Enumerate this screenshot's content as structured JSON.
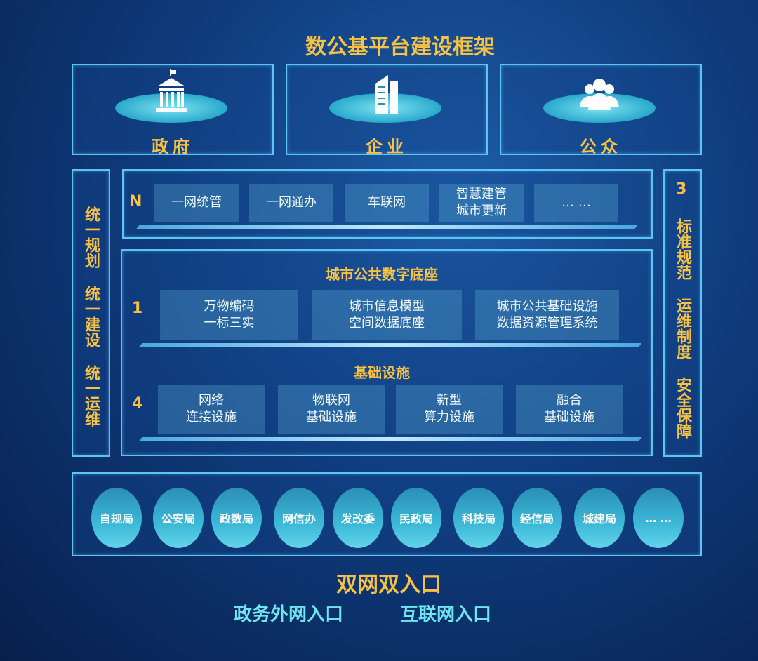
{
  "title": "数公基平台建设框架",
  "top": [
    {
      "label": "政府",
      "icon": "government-building-icon"
    },
    {
      "label": "企业",
      "icon": "office-tower-icon"
    },
    {
      "label": "公众",
      "icon": "people-group-icon"
    }
  ],
  "left": {
    "text": "统一规划 统一建设 统一运维"
  },
  "right": {
    "num": "3",
    "text": "标准规范 运维制度 安全保障"
  },
  "apps": {
    "num": "N",
    "items": [
      "一网统管",
      "一网通办",
      "车联网",
      "智慧建管\n城市更新",
      "… …"
    ]
  },
  "platform": {
    "title": "城市公共数字底座",
    "num": "1",
    "items": [
      "万物编码\n一标三实",
      "城市信息模型\n空间数据底座",
      "城市公共基础设施\n数据资源管理系统"
    ]
  },
  "infra": {
    "title": "基础设施",
    "num": "4",
    "items": [
      "网络\n连接设施",
      "物联网\n基础设施",
      "新型\n算力设施",
      "融合\n基础设施"
    ]
  },
  "departments": [
    "自规局",
    "公安局",
    "政数局",
    "网信办",
    "发改委",
    "民政局",
    "科技局",
    "经信局",
    "城建局",
    "… …"
  ],
  "entry": {
    "title": "双网双入口",
    "items": [
      "政务外网入口",
      "互联网入口"
    ]
  }
}
